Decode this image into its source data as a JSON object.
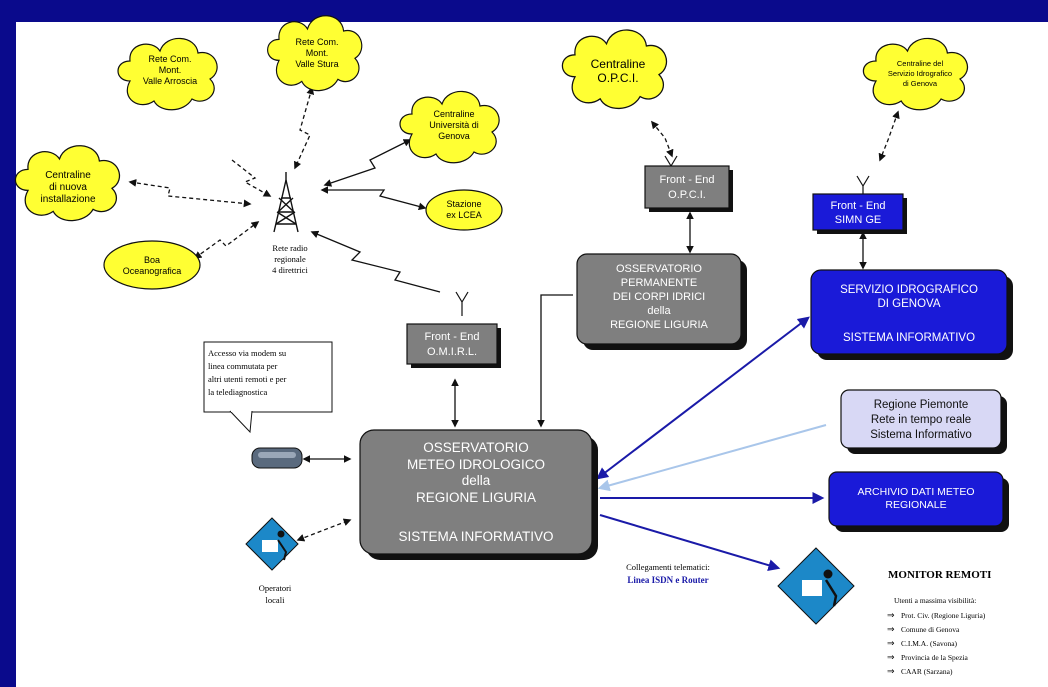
{
  "clouds": {
    "rete_arroscia": [
      "Rete Com.",
      "Mont.",
      "Valle Arroscia"
    ],
    "rete_stura": [
      "Rete Com.",
      "Mont.",
      "Valle Stura"
    ],
    "univ_genova": [
      "Centraline",
      "Università di",
      "Genova"
    ],
    "nuova_install": [
      "Centraline",
      "di nuova",
      "installazione"
    ],
    "opci": [
      "Centraline",
      "O.P.C.I."
    ],
    "servizio_idro": [
      "Centraline del",
      "Servizio Idrografico",
      "di Genova"
    ]
  },
  "ellipses": {
    "lcea": [
      "Stazione",
      "ex LCEA"
    ],
    "boa": [
      "Boa",
      "Oceanografica"
    ]
  },
  "radio_label": [
    "Rete radio",
    "regionale",
    "4 direttrici"
  ],
  "frontends": {
    "opci": [
      "Front - End",
      "O.P.C.I."
    ],
    "simn": [
      "Front - End",
      "SIMN GE"
    ],
    "omirl": [
      "Front - End",
      "O.M.I.R.L."
    ]
  },
  "boxes": {
    "corpi_idrici": [
      "OSSERVATORIO",
      "PERMANENTE",
      "DEI CORPI IDRICI",
      "della",
      "REGIONE LIGURIA"
    ],
    "servizio": [
      "SERVIZIO IDROGRAFICO",
      "DI GENOVA",
      "",
      "SISTEMA INFORMATIVO"
    ],
    "piemonte": [
      "Regione Piemonte",
      "Rete in tempo reale",
      "Sistema Informativo"
    ],
    "archivio": [
      "ARCHIVIO DATI METEO",
      "REGIONALE"
    ],
    "omirl_main": [
      "OSSERVATORIO",
      "METEO IDROLOGICO",
      "della",
      "REGIONE LIGURIA",
      "",
      "SISTEMA INFORMATIVO"
    ]
  },
  "callout": [
    "Accesso via modem su",
    "linea commutata per",
    "altri utenti remoti e per",
    "la telediagnostica"
  ],
  "operatori": [
    "Operatori",
    "locali"
  ],
  "collegamenti": {
    "title": "Collegamenti telematici:",
    "sub": "Linea ISDN e Router"
  },
  "monitor": {
    "title": "MONITOR REMOTI",
    "subtitle": "Utenti a massima visibilità:",
    "items": [
      "Prot. Civ. (Regione Liguria)",
      "Comune di Genova",
      "C.I.M.A. (Savona)",
      "Provincia de la Spezia",
      "CAAR (Sarzana)"
    ]
  },
  "colors": {
    "background": "#0a0a8c",
    "cloud": "#ffff33",
    "gray_box": "#7f7f7f",
    "blue_box": "#1a1ad8",
    "lilac_box": "#d8d8f5",
    "link_blue": "#1a1aa8",
    "link_light": "#a9c6ea"
  }
}
